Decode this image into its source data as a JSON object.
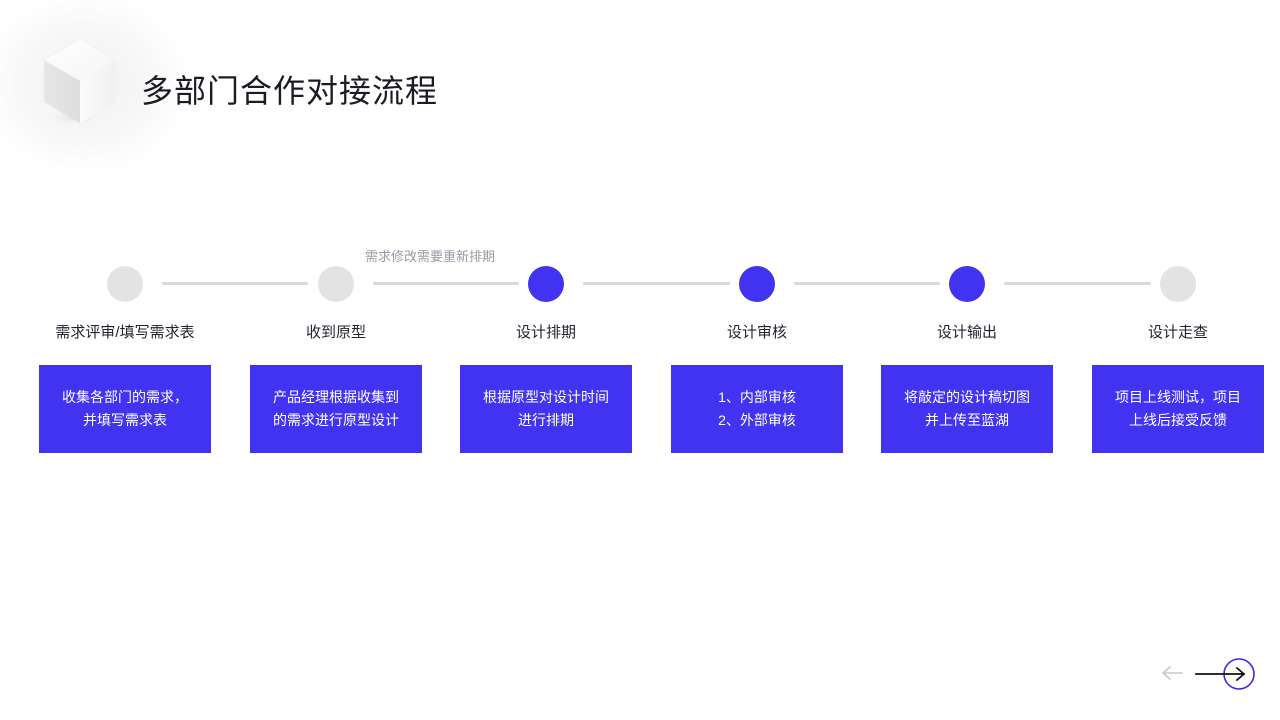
{
  "header": {
    "title": "多部门合作对接流程",
    "logo_icon": "cube-3d-icon"
  },
  "timeline": {
    "annotation": "需求修改需要重新排期",
    "accent_color": "#4133f0",
    "inactive_color": "#e3e3e3",
    "connector_color": "#d8d8d8",
    "steps": [
      {
        "label": "需求评审/填写需求表",
        "state": "inactive",
        "card_text": "收集各部门的需求，\n并填写需求表",
        "card_align": "center"
      },
      {
        "label": "收到原型",
        "state": "inactive",
        "card_text": "产品经理根据收集到\n的需求进行原型设计",
        "card_align": "center"
      },
      {
        "label": "设计排期",
        "state": "active",
        "card_text": "根据原型对设计时间\n进行排期",
        "card_align": "center"
      },
      {
        "label": "设计审核",
        "state": "active",
        "card_text": "1、内部审核\n2、外部审核",
        "card_align": "left"
      },
      {
        "label": "设计输出",
        "state": "active",
        "card_text": "将敲定的设计稿切图\n并上传至蓝湖",
        "card_align": "center"
      },
      {
        "label": "设计走查",
        "state": "inactive",
        "card_text": "项目上线测试，项目\n上线后接受反馈",
        "card_align": "center"
      }
    ]
  },
  "navigation": {
    "prev_icon": "arrow-left-icon",
    "next_icon": "arrow-right-icon",
    "prev_color": "#c9c9c9",
    "next_circle_color": "#3a2ae8",
    "next_arrow_color": "#111111"
  }
}
